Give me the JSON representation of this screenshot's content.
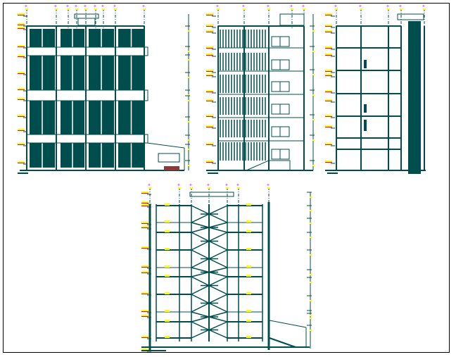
{
  "colors": {
    "line": "#004d4d",
    "level_marker": "#ffff00",
    "level_accent": "#ff0000",
    "axis_marker": "#e070ff",
    "car": "#8b3a3a",
    "frame": "#000000"
  },
  "drawings": [
    {
      "id": "front-elevation",
      "floors": 4
    },
    {
      "id": "side-elevation",
      "floors": 6
    },
    {
      "id": "section-a",
      "floors": 7
    },
    {
      "id": "section-b-stairs",
      "floors": 7
    }
  ]
}
